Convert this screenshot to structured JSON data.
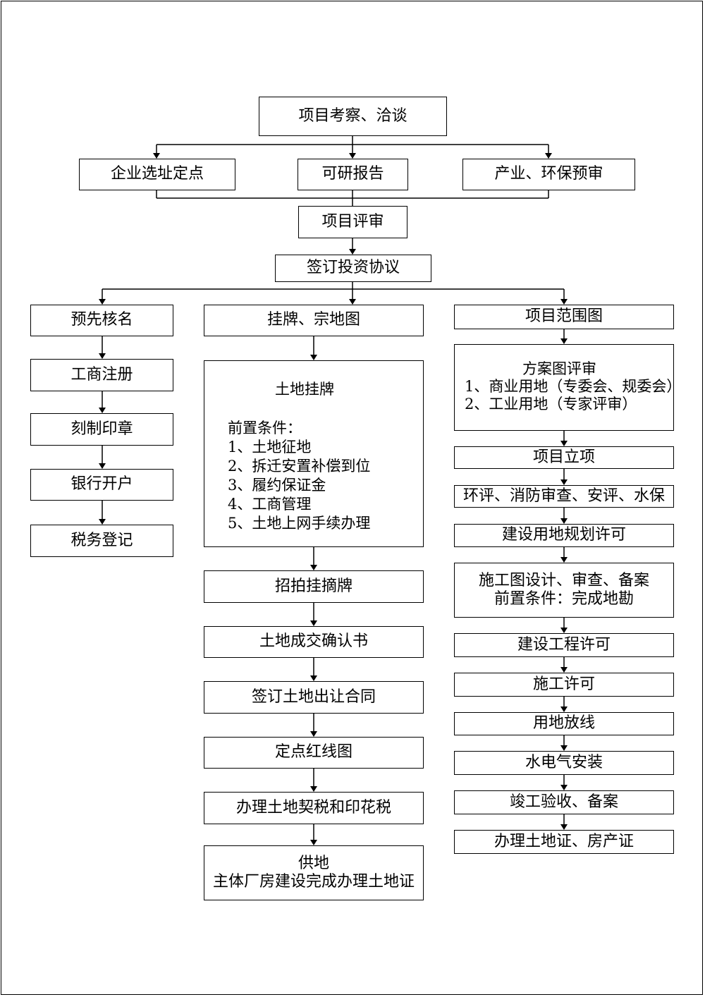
{
  "top": {
    "consult": "项目考察、洽谈"
  },
  "level2": {
    "site": "企业选址定点",
    "feasibility": "可研报告",
    "industry": "产业、环保预审"
  },
  "review": "项目评审",
  "agreement": "签订投资协议",
  "left_col": [
    "预先核名",
    "工商注册",
    "刻制印章",
    "银行开户",
    "税务登记"
  ],
  "mid_col": {
    "plate": "挂牌、宗地图",
    "land_listing": {
      "title": "土地挂牌",
      "cond_title": "前置条件：",
      "conds": [
        "1、土地征地",
        "2、拆迁安置补偿到位",
        "3、履约保证金",
        "4、工商管理",
        "5、土地上网手续办理"
      ]
    },
    "auction": "招拍挂摘牌",
    "confirm": "土地成交确认书",
    "contract": "签订土地出让合同",
    "redline": "定点红线图",
    "tax": "办理土地契税和印花税",
    "supply": {
      "line1": "供地",
      "line2": "主体厂房建设完成办理土地证"
    }
  },
  "right_col": {
    "scope": "项目范围图",
    "plan_review": {
      "title": "方案图评审",
      "item1": "1、商业用地（专委会、规委会）",
      "item2": "2、工业用地（专家评审）"
    },
    "approval": "项目立项",
    "eia": "环评、消防审查、安评、水保",
    "land_permit": "建设用地规划许可",
    "drawing": {
      "line1": "施工图设计、审查、备案",
      "line2": "前置条件：完成地勘"
    },
    "eng_permit": "建设工程许可",
    "const_permit": "施工许可",
    "staking": "用地放线",
    "utilities": "水电气安装",
    "acceptance": "竣工验收、备案",
    "certificate": "办理土地证、房产证"
  }
}
